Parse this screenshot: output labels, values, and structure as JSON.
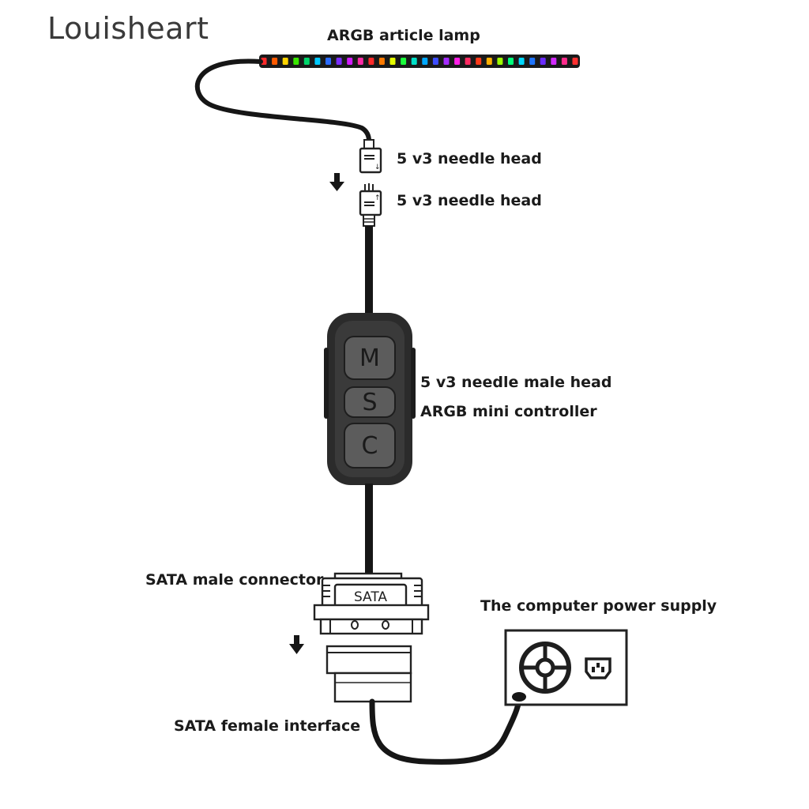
{
  "watermark": "Louisheart",
  "labels": {
    "lamp": "ARGB article lamp",
    "needle_head_1": "5 v3 needle head",
    "needle_head_2": "5 v3 needle head",
    "male_head": "5 v3 needle male head",
    "controller": "ARGB mini controller",
    "sata_male": "SATA male connector",
    "psu": "The computer power supply",
    "sata_female": "SATA female interface"
  },
  "controller_buttons": [
    "M",
    "S",
    "C"
  ],
  "sata_plate_text": "SATA",
  "led_colors": [
    "#ff2a2a",
    "#ff5a00",
    "#ffd400",
    "#39e600",
    "#00d66b",
    "#00c9ff",
    "#2a6bff",
    "#7a2dff",
    "#d21cff",
    "#ff2ba6",
    "#ff2a2a",
    "#ff7a00",
    "#e6ff00",
    "#1aff3c",
    "#00e0c8",
    "#00a8ff",
    "#3d4dff",
    "#a42bff",
    "#ff1ee6",
    "#ff2a62",
    "#ff3a1a",
    "#ffb000",
    "#9dff00",
    "#00ff7a",
    "#00d8ff",
    "#1e74ff",
    "#6a2bff",
    "#d12bff",
    "#ff2b8c",
    "#ff3030"
  ],
  "colors": {
    "cable": "#161616",
    "controller_body": "#2b2b2b",
    "controller_button": "#6a6a6a",
    "lamp_body": "#1a1a1a"
  }
}
